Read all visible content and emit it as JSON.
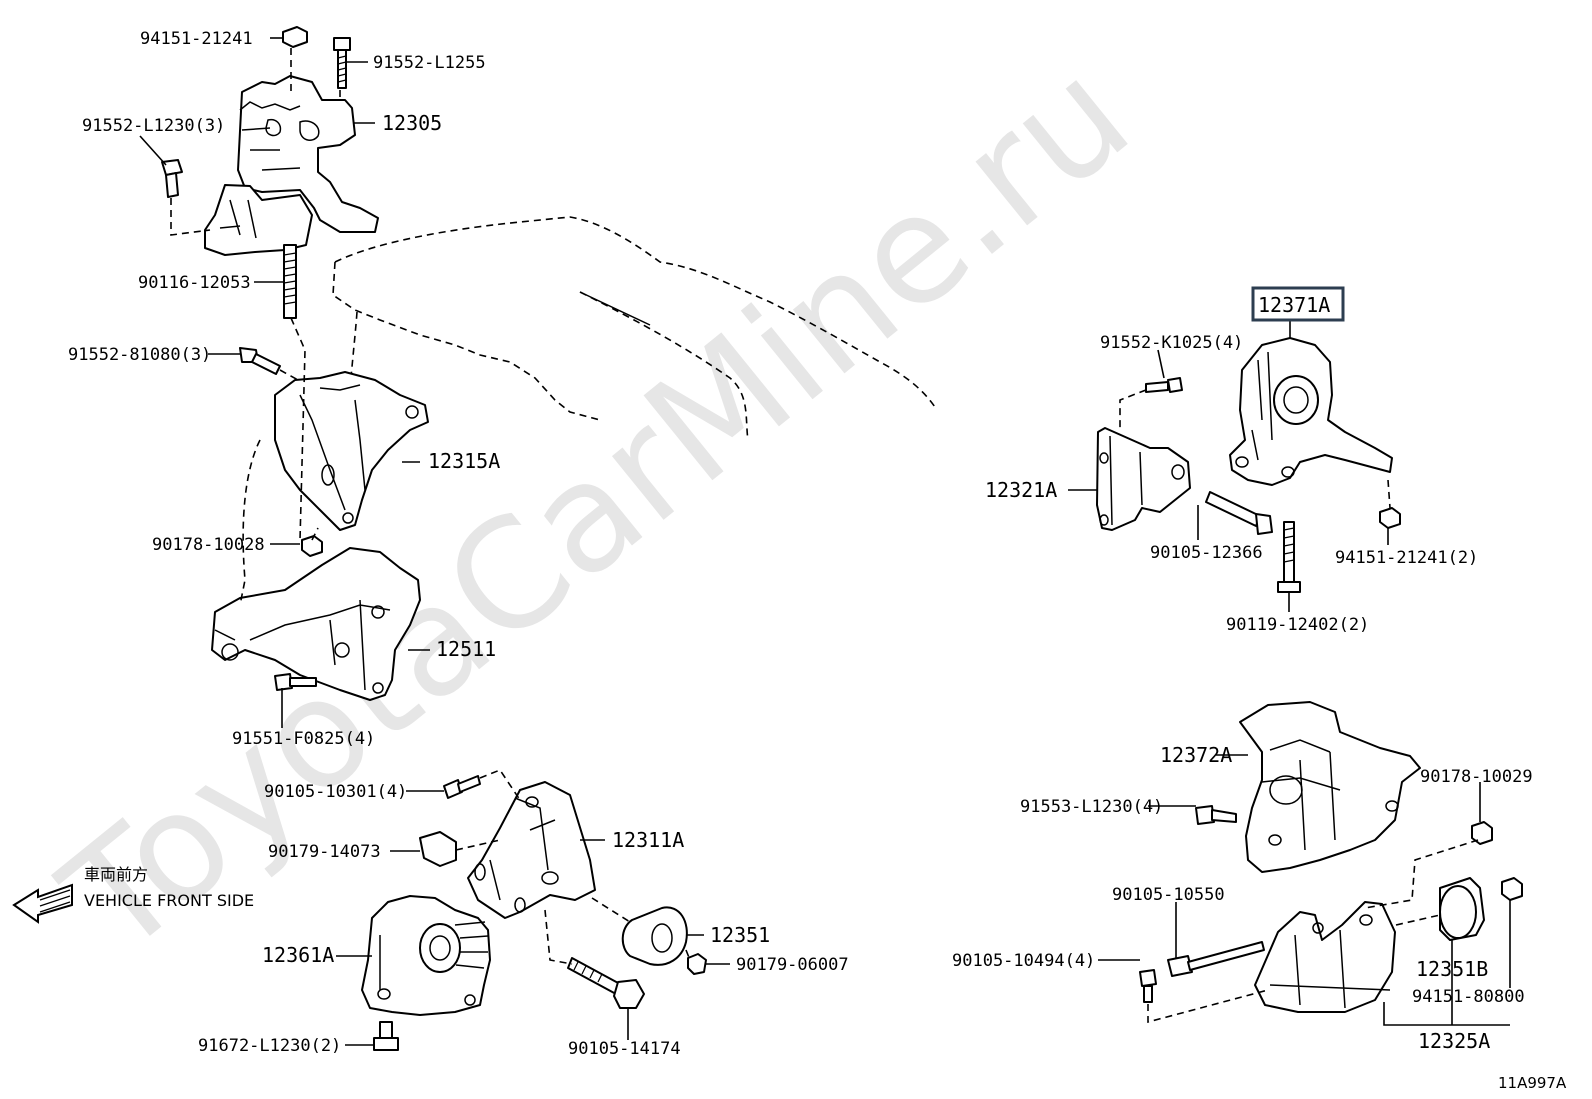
{
  "watermark": "ToyotaCarMine.ru",
  "diagram_code": "11A997A",
  "direction": {
    "jp": "車両前方",
    "en": "VEHICLE FRONT SIDE"
  },
  "highlight_color": "#2d3e50",
  "labels": {
    "p94151_21241": "94151-21241",
    "p91552_l1255": "91552-L1255",
    "p91552_l1230_3": "91552-L1230(3)",
    "p12305": "12305",
    "p90116_12053": "90116-12053",
    "p91552_81080_3": "91552-81080(3)",
    "p12315a": "12315A",
    "p90178_10028": "90178-10028",
    "p12511": "12511",
    "p91551_f0825_4": "91551-F0825(4)",
    "p90105_10301_4": "90105-10301(4)",
    "p12311a": "12311A",
    "p90179_14073": "90179-14073",
    "p12351": "12351",
    "p90179_06007": "90179-06007",
    "p12361a": "12361A",
    "p90105_14174": "90105-14174",
    "p91672_l1230_2": "91672-L1230(2)",
    "p12371a": "12371A",
    "p91552_k1025_4": "91552-K1025(4)",
    "p12321a": "12321A",
    "p90105_12366": "90105-12366",
    "p94151_21241_2": "94151-21241(2)",
    "p90119_12402_2": "90119-12402(2)",
    "p12372a": "12372A",
    "p90178_10029": "90178-10029",
    "p91553_l1230_4": "91553-L1230(4)",
    "p90105_10550": "90105-10550",
    "p90105_10494_4": "90105-10494(4)",
    "p12351b": "12351B",
    "p94151_80800": "94151-80800",
    "p12325a": "12325A"
  }
}
